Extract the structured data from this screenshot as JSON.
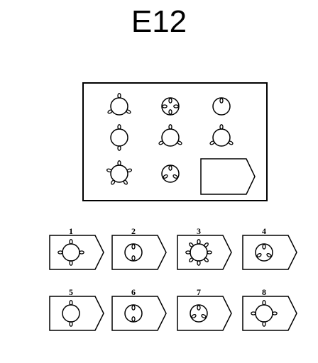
{
  "title": "E12",
  "matrix": {
    "cells": [
      {
        "petals": 3,
        "dir": "out"
      },
      {
        "petals": 4,
        "dir": "in"
      },
      {
        "petals": 1,
        "dir": "in"
      },
      {
        "petals": 2,
        "dir": "out"
      },
      {
        "petals": 3,
        "dir": "out"
      },
      {
        "petals": 3,
        "dir": "out"
      },
      {
        "petals": 5,
        "dir": "out"
      },
      {
        "petals": 3,
        "dir": "in"
      },
      {
        "blank": true
      }
    ]
  },
  "options": [
    {
      "label": "1",
      "petals": 4,
      "dir": "out"
    },
    {
      "label": "2",
      "petals": 2,
      "dir": "in"
    },
    {
      "label": "3",
      "petals": 8,
      "dir": "out"
    },
    {
      "label": "4",
      "petals": 3,
      "dir": "in"
    },
    {
      "label": "5",
      "petals": 2,
      "dir": "out"
    },
    {
      "label": "6",
      "petals": 2,
      "dir": "in"
    },
    {
      "label": "7",
      "petals": 3,
      "dir": "in"
    },
    {
      "label": "8",
      "petals": 4,
      "dir": "out"
    }
  ]
}
